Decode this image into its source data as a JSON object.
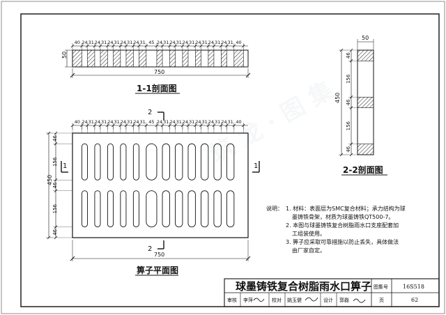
{
  "section_1_1": {
    "top_dims": [
      "40",
      "24",
      "31",
      "24",
      "31",
      "24",
      "31",
      "24",
      "31",
      "24",
      "31",
      "45",
      "24",
      "31",
      "24",
      "31",
      "24",
      "31",
      "24",
      "31",
      "24",
      "31",
      "24",
      "31",
      "40"
    ],
    "height_dim": "50",
    "width_dim": "750",
    "title": "1-1剖面图"
  },
  "section_2_2": {
    "width_dim": "50",
    "total_dim": "450",
    "dims": [
      "46",
      "156",
      "46",
      "156",
      "46"
    ],
    "title": "2-2剖面图"
  },
  "plan": {
    "top_dims": [
      "40",
      "24",
      "31",
      "24",
      "31",
      "24",
      "31",
      "24",
      "31",
      "24",
      "31",
      "45",
      "24",
      "31",
      "24",
      "31",
      "24",
      "31",
      "24",
      "31",
      "24",
      "31",
      "24",
      "31",
      "40"
    ],
    "left_dims": [
      "46",
      "156",
      "46",
      "156",
      "46"
    ],
    "total_height": "450",
    "width_dim": "750",
    "cut_1": "1",
    "cut_2": "2",
    "title": "箅子平面图"
  },
  "notes": {
    "heading": "说明：",
    "items": [
      [
        "1. 材料：表面层为SMC复合材料；承力结构为球",
        "墨铸铁骨架，材质为球墨铸铁QT500-7。"
      ],
      [
        "2. 本图与球墨铸铁复合树脂雨水口支座配套加",
        "工组装使用。"
      ],
      [
        "3. 箅子应采取可靠措施以防止丢失，具体做法",
        "由厂家自定。"
      ]
    ]
  },
  "title_block": {
    "main_title": "球墨铸铁复合树脂雨水口箅子",
    "atlas_label": "图集号",
    "atlas_no": "16S518",
    "review": "审核",
    "reviewer": "李萍",
    "check": "校对",
    "checker": "姚玉健",
    "design": "设计",
    "designer": "郭磊",
    "page_label": "页",
    "page_no": "62"
  }
}
